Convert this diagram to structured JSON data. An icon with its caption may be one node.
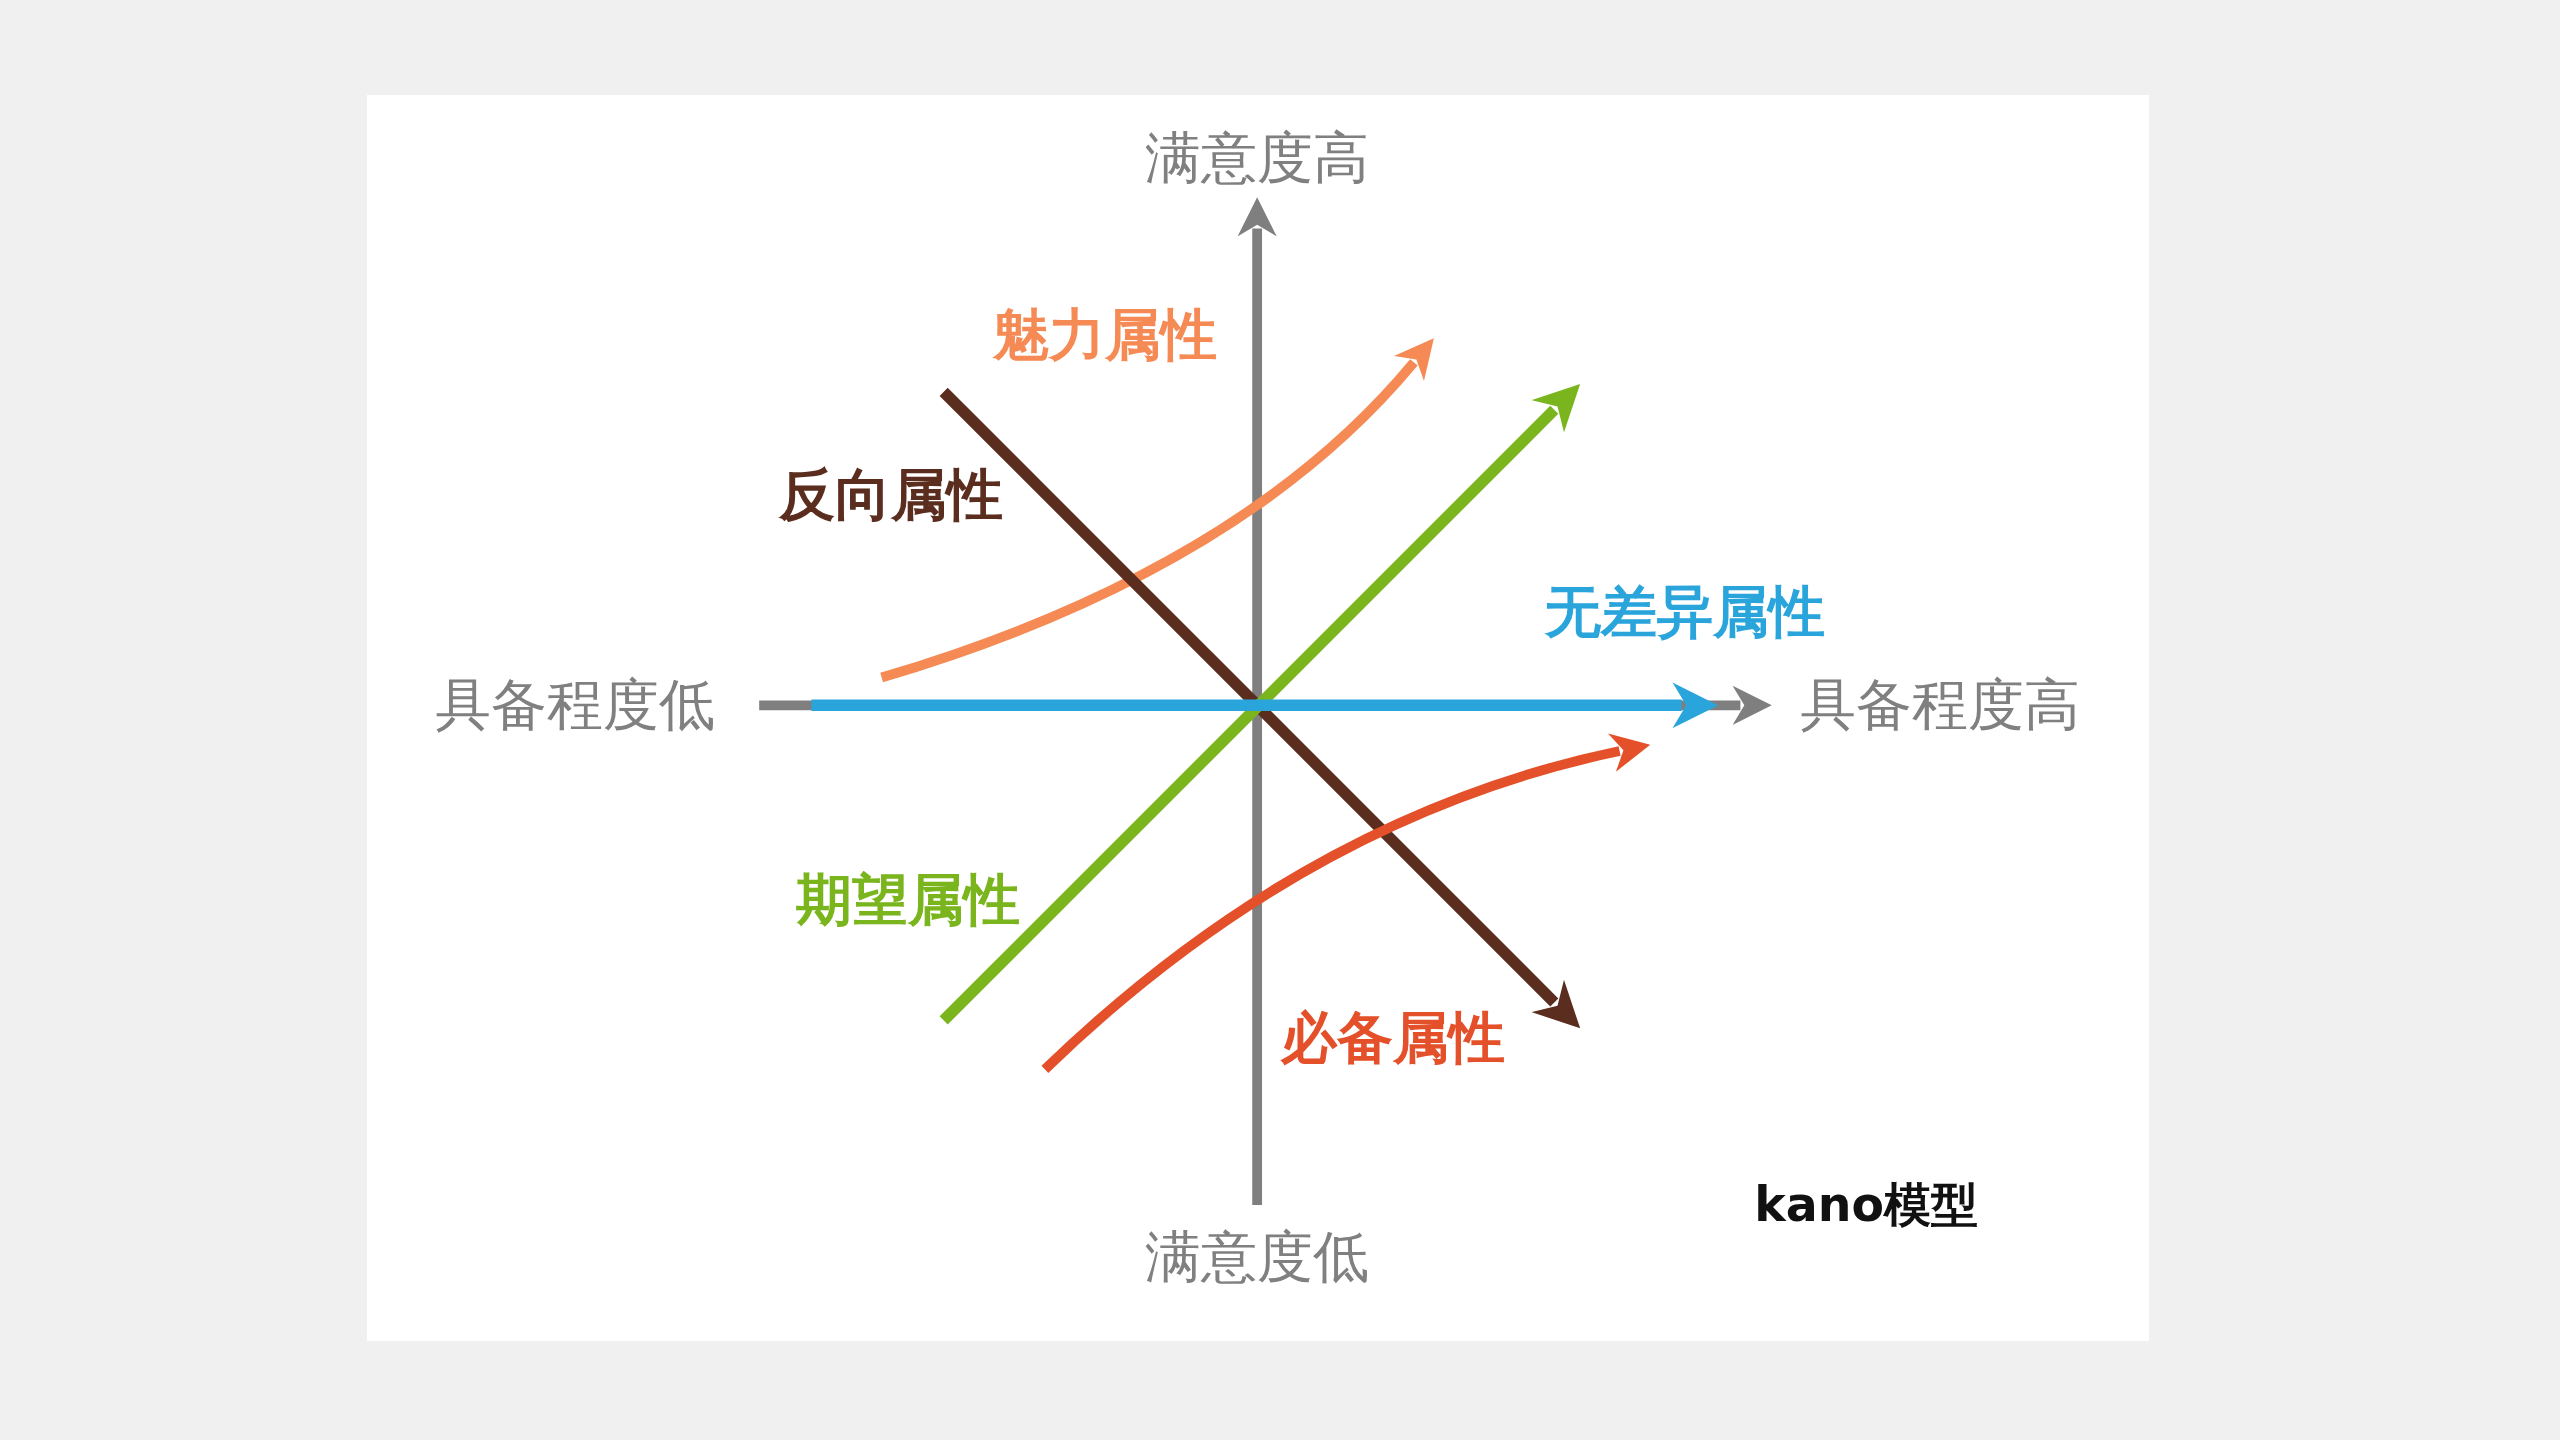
{
  "diagram": {
    "caption": "kano模型",
    "labels": [
      "满意度高",
      "魅力属性",
      "反向属性",
      "无差异属性",
      "具备程度低",
      "具备程度高",
      "期望属性",
      "必备属性",
      "满意度低"
    ]
  }
}
